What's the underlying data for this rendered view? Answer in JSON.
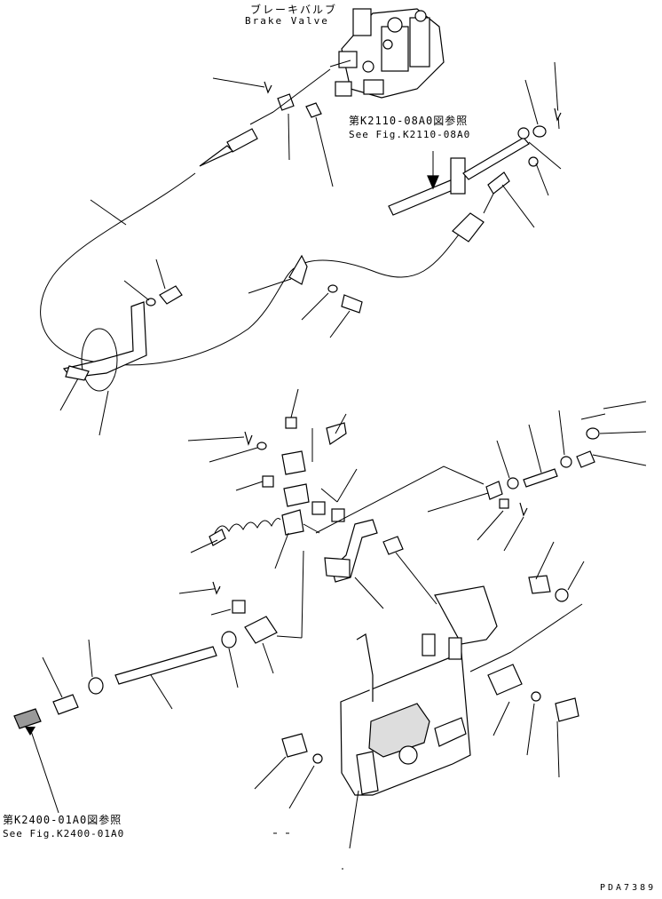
{
  "labels": {
    "brake_valve_jp": "ブレーキバルブ",
    "brake_valve_en": "Brake Valve",
    "ref1_jp": "第K2110-08A0図参照",
    "ref1_en": "See Fig.K2110-08A0",
    "ref2_jp": "第K2400-01A0図参照",
    "ref2_en": "See Fig.K2400-01A0",
    "drawing_code": "PDA7389"
  }
}
